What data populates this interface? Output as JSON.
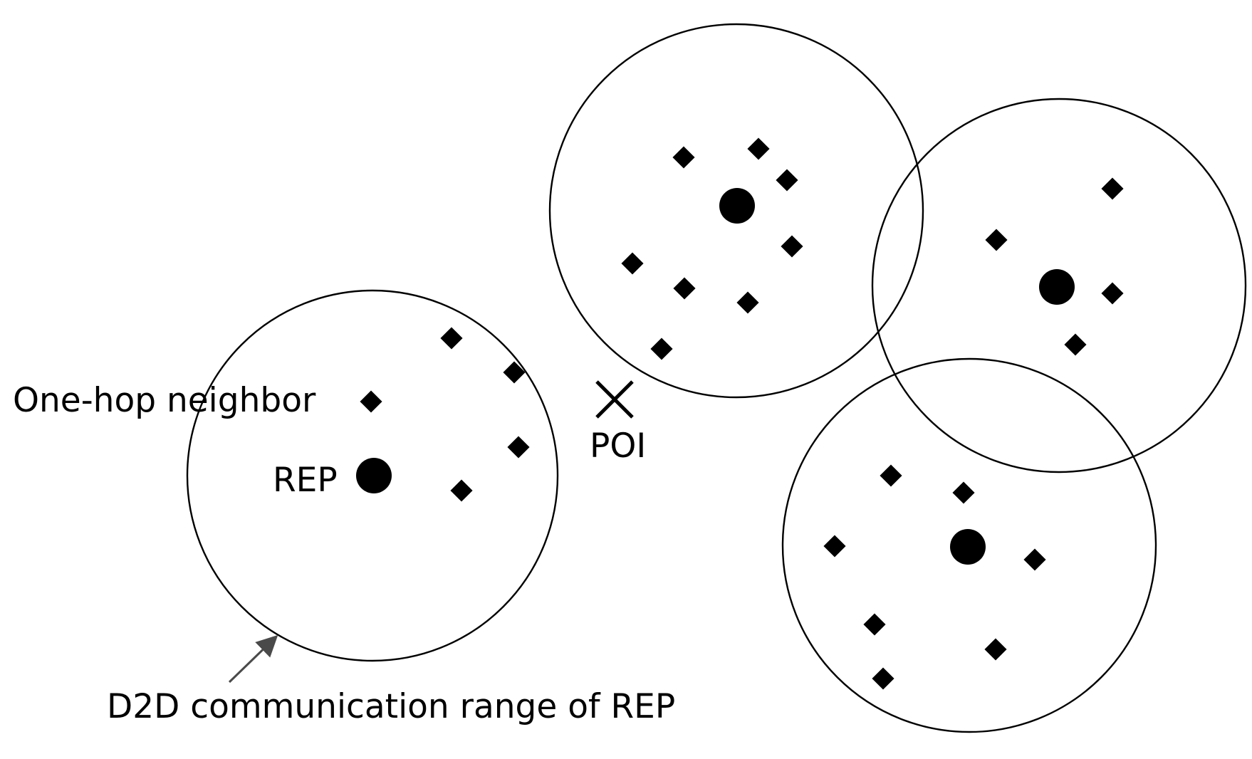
{
  "labels": {
    "one_hop_neighbor": "One-hop neighbor",
    "rep": "REP",
    "poi": "POI",
    "range": "D2D communication range of REP"
  },
  "colors": {
    "ink": "#000000",
    "arrow": "#4a4a4a",
    "background": "#ffffff"
  }
}
